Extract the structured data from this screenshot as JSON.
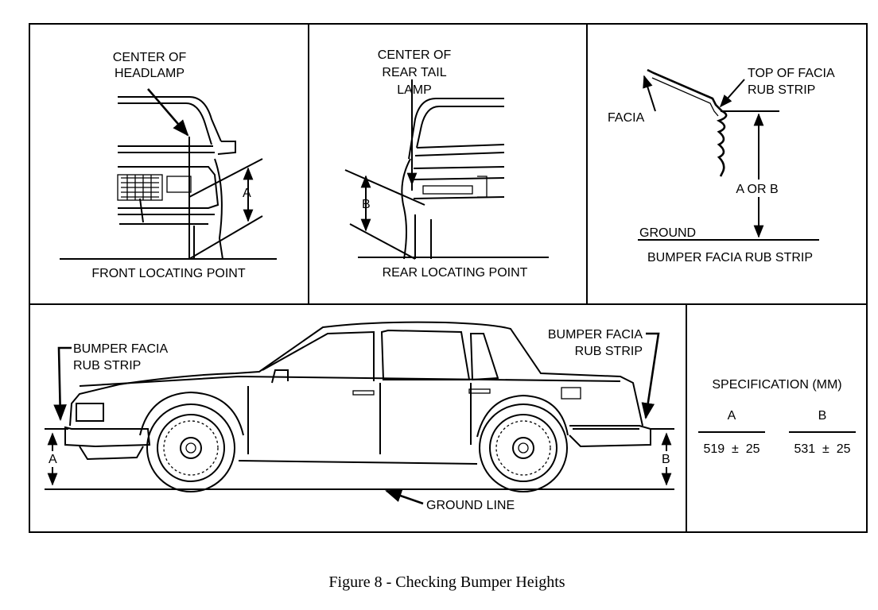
{
  "front_panel": {
    "center_label_line1": "CENTER OF",
    "center_label_line2": "HEADLAMP",
    "dim_letter": "A",
    "bottom_label": "FRONT LOCATING POINT"
  },
  "rear_panel": {
    "center_label_line1": "CENTER OF",
    "center_label_line2": "REAR TAIL",
    "center_label_line3": "LAMP",
    "dim_letter": "B",
    "bottom_label": "REAR LOCATING POINT"
  },
  "facia_panel": {
    "top_label_line1": "TOP OF FACIA",
    "top_label_line2": "RUB STRIP",
    "facia_label": "FACIA",
    "dim_label": "A OR B",
    "ground_label": "GROUND",
    "bottom_label": "BUMPER FACIA RUB STRIP"
  },
  "side_panel": {
    "front_strip_line1": "BUMPER FACIA",
    "front_strip_line2": "RUB STRIP",
    "rear_strip_line1": "BUMPER FACIA",
    "rear_strip_line2": "RUB STRIP",
    "dim_a": "A",
    "dim_b": "B",
    "ground_line_label": "GROUND LINE"
  },
  "spec_panel": {
    "title": "SPECIFICATION (MM)",
    "col_a_header": "A",
    "col_b_header": "B",
    "col_a_value": "519  ±  25",
    "col_b_value": "531  ±  25"
  },
  "caption": "Figure 8 - Checking Bumper Heights"
}
